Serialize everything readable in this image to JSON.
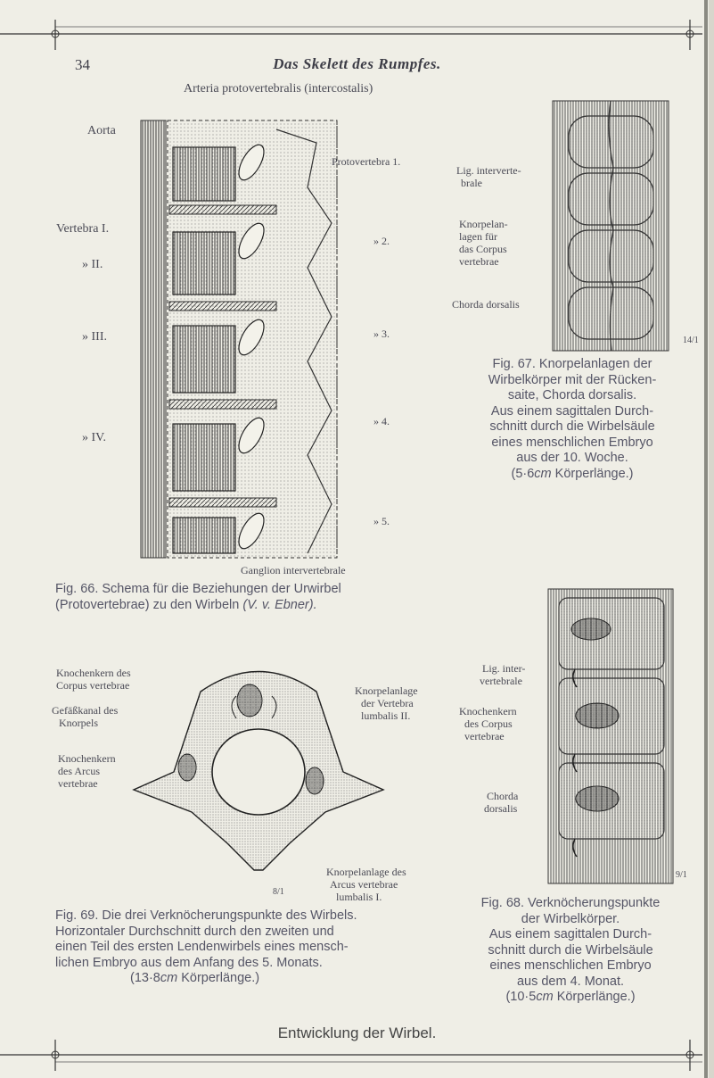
{
  "header": {
    "page_number": "34",
    "running_title": "Das Skelett des Rumpfes."
  },
  "fig66": {
    "top_label": "Arteria protovertebralis (intercostalis)",
    "left_labels": [
      "Aorta",
      "Vertebra I.",
      "»   II.",
      "»   III.",
      "»   IV."
    ],
    "right_labels": [
      "Protovertebra 1.",
      "»   2.",
      "»   3.",
      "»   4.",
      "»   5."
    ],
    "bottom_label": "Ganglion intervertebrale",
    "caption_line1": "Fig. 66. Schema für die Beziehungen der Urwirbel",
    "caption_line2_pre": "(Protovertebrae) zu den Wirbeln",
    "caption_line2_author": "(V. v. Ebner)."
  },
  "fig67": {
    "labels": [
      "Lig. interverte-",
      "brale",
      "Knorpelan-",
      "lagen für",
      "das Corpus",
      "vertebrae",
      "Chorda dorsalis"
    ],
    "scale": "14/1",
    "caption": [
      "Fig. 67. Knorpelanlagen der",
      "Wirbelkörper mit der Rücken-",
      "saite, Chorda dorsalis.",
      "Aus einem sagittalen Durch-",
      "schnitt durch die Wirbelsäule",
      "eines menschlichen Embryo",
      "aus der 10. Woche."
    ],
    "caption_measure_pre": "(5·6",
    "caption_measure_unit": "cm",
    "caption_measure_post": "Körperlänge.)"
  },
  "fig69": {
    "labels_left": [
      "Knochenkern des",
      "Corpus vertebrae",
      "Gefäßkanal des",
      "Knorpels",
      "Knochenkern",
      "des Arcus",
      "vertebrae"
    ],
    "labels_right": [
      "Knorpelanlage",
      "der Vertebra",
      "lumbalis II."
    ],
    "labels_bottom": [
      "Knorpelanlage des",
      "Arcus vertebrae",
      "lumbalis I."
    ],
    "scale": "8/1",
    "caption": [
      "Fig. 69. Die drei Verknöcherungspunkte des Wirbels.",
      "Horizontaler Durchschnitt durch den zweiten und",
      "einen Teil des ersten Lendenwirbels eines mensch-",
      "lichen Embryo aus dem Anfang des 5. Monats."
    ],
    "caption_measure_pre": "(13·8",
    "caption_measure_unit": "cm",
    "caption_measure_post": "Körperlänge.)"
  },
  "fig68": {
    "labels": [
      "Lig. inter-",
      "vertebrale",
      "Knochenkern",
      "des Corpus",
      "vertebrae",
      "Chorda",
      "dorsalis"
    ],
    "scale": "9/1",
    "caption": [
      "Fig. 68. Verknöcherungspunkte",
      "der Wirbelkörper.",
      "Aus einem sagittalen Durch-",
      "schnitt durch die Wirbelsäule",
      "eines menschlichen Embryo",
      "aus dem 4. Monat."
    ],
    "caption_measure_pre": "(10·5",
    "caption_measure_unit": "cm",
    "caption_measure_post": "Körperlänge.)"
  },
  "footer": {
    "text": "Entwicklung der Wirbel."
  }
}
